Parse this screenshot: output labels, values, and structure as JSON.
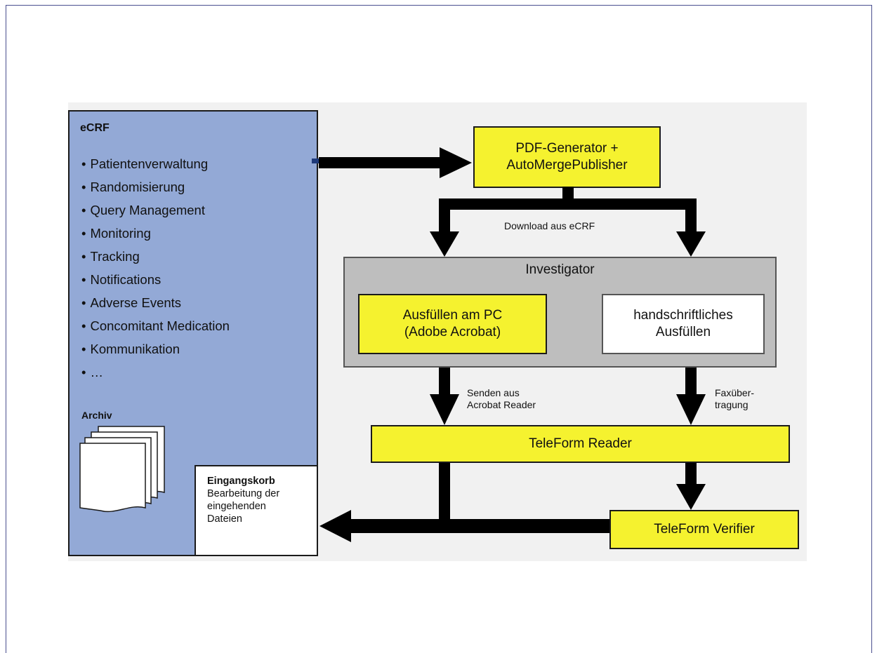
{
  "ecrf": {
    "title": "eCRF",
    "items": [
      "Patientenverwaltung",
      "Randomisierung",
      "Query Management",
      "Monitoring",
      "Tracking",
      "Notifications",
      "Adverse Events",
      "Concomitant Medication",
      "Kommunikation",
      "…"
    ],
    "archiv_label": "Archiv"
  },
  "eingangskorb": {
    "title": "Eingangskorb",
    "lines": [
      "Bearbeitung der",
      "eingehenden",
      "Dateien"
    ]
  },
  "pdf_generator": {
    "lines": [
      "PDF-Generator +",
      "AutoMergePublisher"
    ]
  },
  "download_label": "Download aus eCRF",
  "investigator": {
    "label": "Investigator",
    "pc_box": [
      "Ausfüllen am PC",
      "(Adobe Acrobat)"
    ],
    "hand_box": [
      "handschriftliches",
      "Ausfüllen"
    ]
  },
  "send_label": [
    "Senden aus",
    "Acrobat Reader"
  ],
  "fax_label": [
    "Faxüber-",
    "tragung"
  ],
  "teleform_reader": "TeleForm Reader",
  "teleform_verifier": "TeleForm Verifier",
  "colors": {
    "ecrf_panel": "#93a9d6",
    "highlight_yellow": "#f5f22f",
    "investigator_gray": "#bebebe",
    "arrow": "#000000"
  }
}
